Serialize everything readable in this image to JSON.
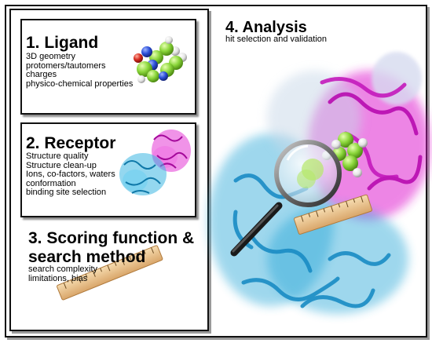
{
  "panels": {
    "ligand": {
      "title": "1. Ligand",
      "lines": [
        "3D geometry",
        "protomers/tautomers",
        "charges",
        "physico-chemical properties"
      ]
    },
    "receptor": {
      "title": "2. Receptor",
      "lines": [
        "Structure quality",
        "Structure clean-up",
        "Ions, co-factors, waters",
        "conformation",
        "binding site selection"
      ]
    },
    "scoring": {
      "title_line1": "3. Scoring function &",
      "title_line2": "search method",
      "lines": [
        "search complexity",
        "limitations, bias"
      ]
    },
    "analysis": {
      "title": "4. Analysis",
      "subtitle": "hit selection and validation"
    }
  },
  "illustrations": {
    "ligand_molecule_icon": "space-filling-molecule",
    "receptor_protein_icon": "protein-ribbon",
    "ruler_icon": "wooden-ruler",
    "magnifier_icon": "magnifying-glass"
  },
  "colors": {
    "carbon": "#8ad63a",
    "nitrogen": "#2b4fd8",
    "oxygen": "#d62a1e",
    "protein_blue": "#29a8d8",
    "protein_magenta": "#e020d0",
    "ruler": "#e8c08a"
  }
}
